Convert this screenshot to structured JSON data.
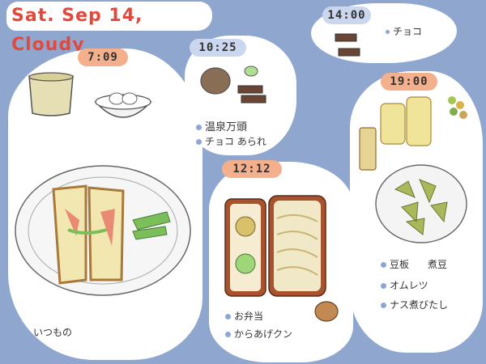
{
  "header": {
    "date_title": "Sat. Sep 14, Cloudy"
  },
  "meals": [
    {
      "time": "7:09",
      "items": [
        "いつもの"
      ]
    },
    {
      "time": "10:25",
      "items": [
        "温泉万頭",
        "チョコ あられ"
      ]
    },
    {
      "time": "14:00",
      "items": [
        "チョコ"
      ]
    },
    {
      "time": "12:12",
      "items": [
        "お弁当",
        "からあげクン"
      ]
    },
    {
      "time": "19:00",
      "items": [
        "豆板",
        "煮豆",
        "オムレツ",
        "ナス煮びたし"
      ]
    }
  ],
  "colors": {
    "background": "#8fa7cf",
    "title": "#e04a3e",
    "badge_orange": "#f4b08c",
    "badge_blue": "#cbd6ef"
  }
}
